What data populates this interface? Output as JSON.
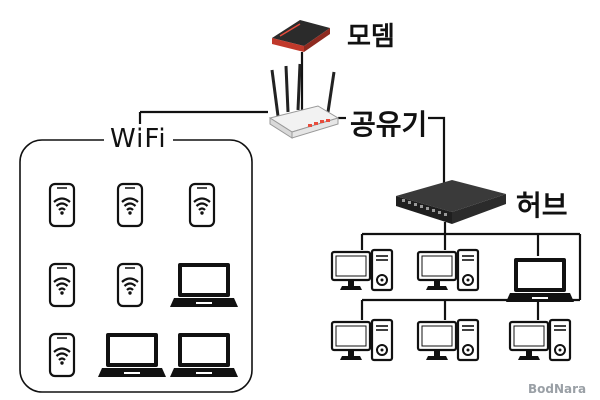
{
  "labels": {
    "modem": "모뎀",
    "router": "공유기",
    "hub": "허브",
    "wifi": "WiFi"
  },
  "watermark": "BodNara",
  "wifi_group": {
    "phones": 6,
    "laptops": 3
  },
  "wired_group": {
    "desktops": 5,
    "laptops": 1
  },
  "colors": {
    "line": "#111111",
    "modem_red": "#c0392b",
    "device_stroke": "#111111"
  }
}
